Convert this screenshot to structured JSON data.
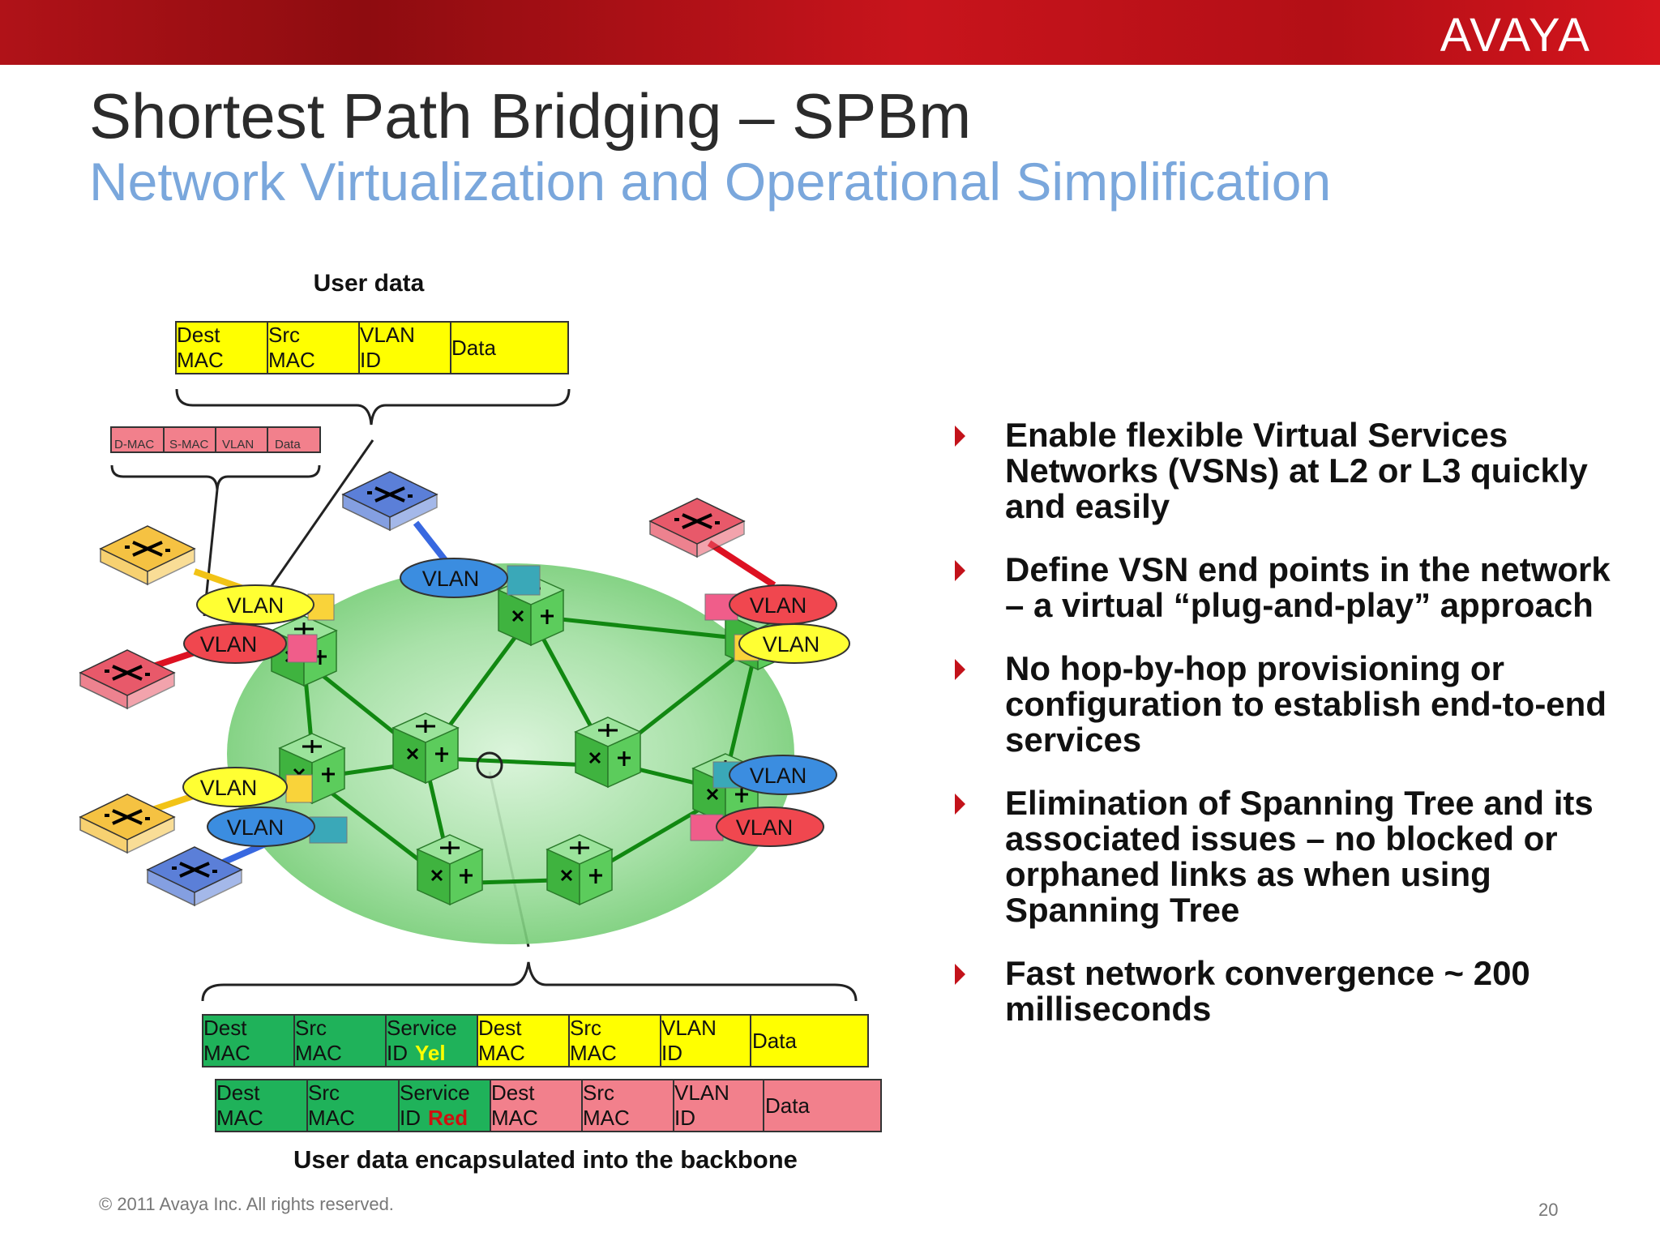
{
  "header": {
    "logo": "AVAYA"
  },
  "title": "Shortest Path Bridging – SPBm",
  "subtitle": "Network Virtualization and Operational Simplification",
  "diagram": {
    "user_data_label": "User data",
    "user_frame": [
      {
        "line1": "Dest",
        "line2": "MAC"
      },
      {
        "line1": "Src",
        "line2": "MAC"
      },
      {
        "line1": "VLAN",
        "line2": "ID"
      },
      {
        "line1": "Data",
        "line2": ""
      }
    ],
    "small_frame": [
      "D-MAC",
      "S-MAC",
      "VLAN",
      "Data"
    ],
    "vlan_label": "VLAN",
    "backbone_frame_yel": {
      "cells": [
        {
          "line1": "Dest",
          "line2": "MAC"
        },
        {
          "line1": "Src",
          "line2": "MAC"
        },
        {
          "line1": "Service",
          "line2": "ID",
          "tag": "Yel"
        },
        {
          "line1": "Dest",
          "line2": "MAC"
        },
        {
          "line1": "Src",
          "line2": "MAC"
        },
        {
          "line1": "VLAN",
          "line2": "ID"
        },
        {
          "line1": "Data",
          "line2": ""
        }
      ]
    },
    "backbone_frame_red": {
      "cells": [
        {
          "line1": "Dest",
          "line2": "MAC"
        },
        {
          "line1": "Src",
          "line2": "MAC"
        },
        {
          "line1": "Service",
          "line2": "ID",
          "tag": "Red"
        },
        {
          "line1": "Dest",
          "line2": "MAC"
        },
        {
          "line1": "Src",
          "line2": "MAC"
        },
        {
          "line1": "VLAN",
          "line2": "ID"
        },
        {
          "line1": "Data",
          "line2": ""
        }
      ]
    },
    "encapsulated_label": "User data encapsulated into the backbone",
    "colors": {
      "user_yellow": "#ffff00",
      "pink": "#f2808c",
      "backbone_green": "#1fb25a",
      "core_green": "#5fcf5f",
      "link_green": "#118811",
      "vlan_blue": "#3b8de0",
      "vlan_red": "#f0474f",
      "switch_yellow": "#f5c242",
      "switch_pink": "#e8596a",
      "switch_blue": "#5b7fd8"
    }
  },
  "bullets": [
    "Enable flexible Virtual Services Networks (VSNs) at L2 or L3 quickly and easily",
    "Define  VSN end points in the network – a virtual “plug-and-play” approach",
    "No hop-by-hop provisioning or configuration to establish end-to-end services",
    "Elimination of Spanning Tree and its associated issues – no blocked or orphaned links as when using Spanning Tree",
    "Fast network convergence ~ 200 milliseconds"
  ],
  "footer": {
    "copyright": "© 2011 Avaya Inc. All rights reserved.",
    "page_number": "20"
  }
}
